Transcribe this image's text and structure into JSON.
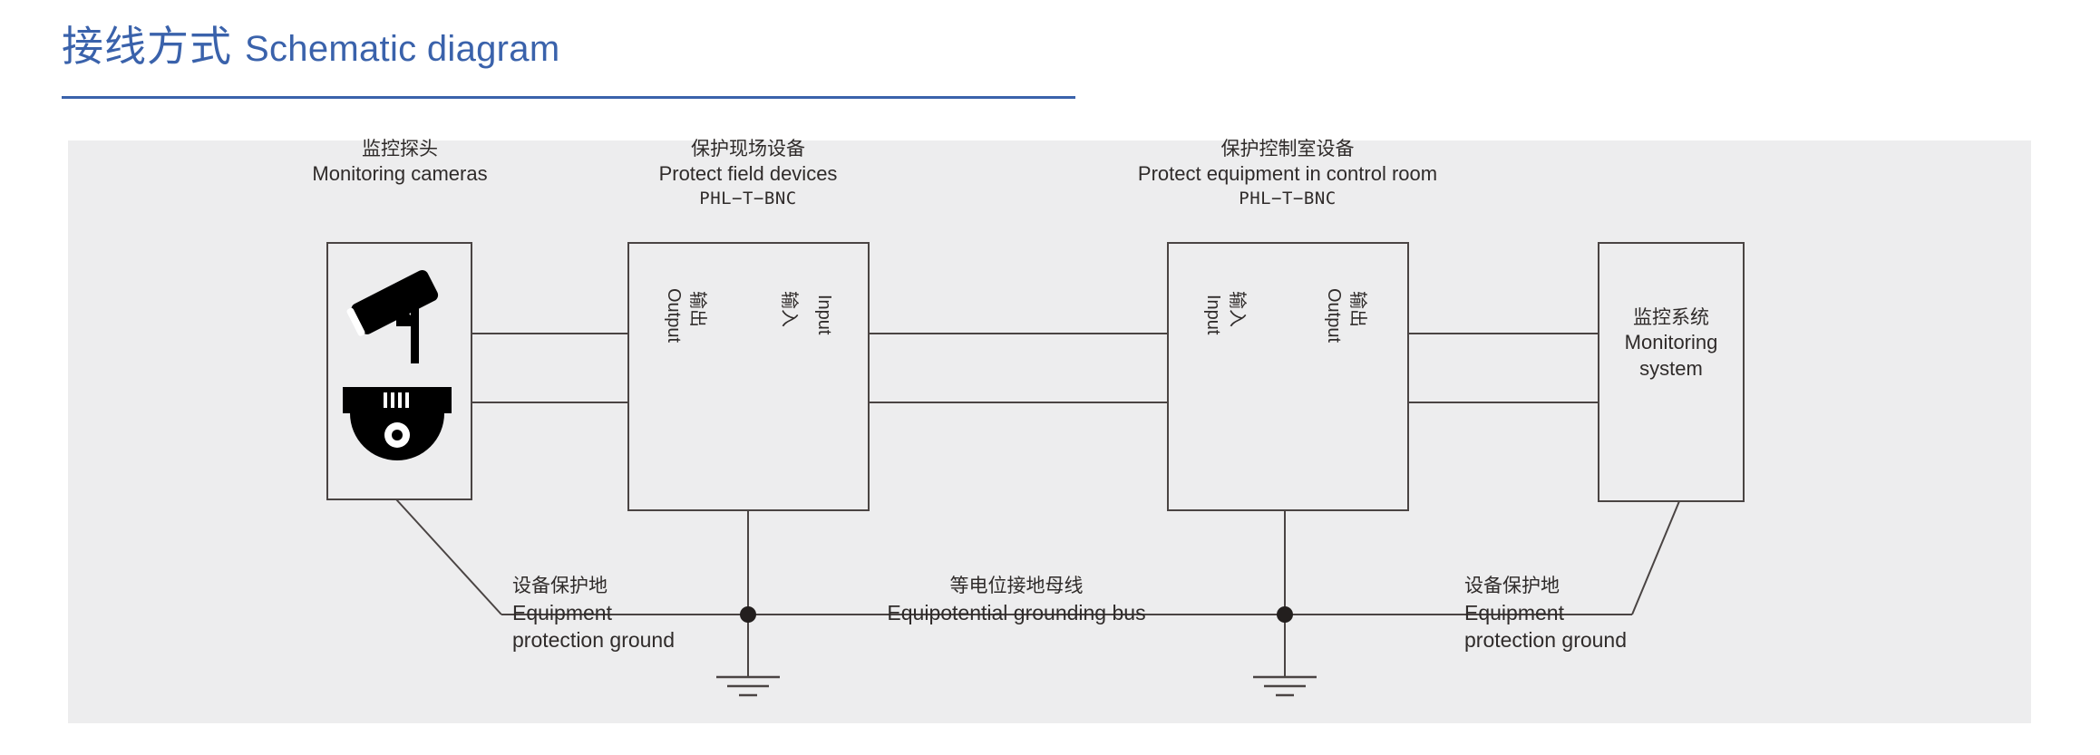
{
  "header": {
    "title_cn": "接线方式",
    "title_en": "Schematic diagram"
  },
  "diagram": {
    "camera_block": {
      "label_cn": "监控探头",
      "label_en": "Monitoring cameras",
      "icons": [
        "bullet-camera-icon",
        "dome-camera-icon"
      ]
    },
    "field_device": {
      "label_cn": "保护现场设备",
      "label_en": "Protect field devices",
      "model": "PHL−T−BNC",
      "left_port": {
        "en": "Output",
        "cn": "输出"
      },
      "right_port": {
        "en": "Input",
        "cn": "输入"
      }
    },
    "control_room_device": {
      "label_cn": "保护控制室设备",
      "label_en": "Protect  equipment in control room",
      "model": "PHL−T−BNC",
      "left_port": {
        "en": "Input",
        "cn": "输入"
      },
      "right_port": {
        "en": "Output",
        "cn": "输出"
      }
    },
    "monitoring_system": {
      "label_cn": "监控系统",
      "label_en_line1": "Monitoring",
      "label_en_line2": "system"
    },
    "ground_left": {
      "label_cn": "设备保护地",
      "label_en_line1": "Equipment",
      "label_en_line2": "protection ground"
    },
    "ground_right": {
      "label_cn": "设备保护地",
      "label_en_line1": "Equipment",
      "label_en_line2": "protection ground"
    },
    "ground_bus": {
      "label_cn": "等电位接地母线",
      "label_en": "Equipotential grounding bus"
    }
  },
  "colors": {
    "accent": "#3a62ab",
    "panel_bg": "#ededee",
    "line": "#4a4443",
    "text": "#2f2b2a",
    "icon": "#000000"
  }
}
